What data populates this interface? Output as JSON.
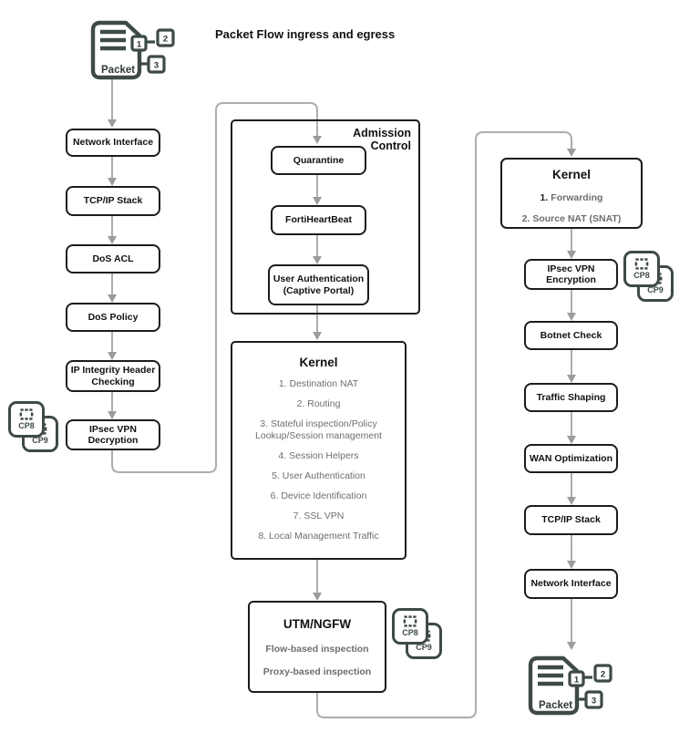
{
  "title": "Packet Flow ingress and egress",
  "colors": {
    "icon_dark": "#3e4a48",
    "box_border": "#1c1c1c",
    "connector_line": "#adadad",
    "arrowhead": "#9c9c9c",
    "muted_text": "#6e6e6e"
  },
  "packet_icon": {
    "label": "Packet",
    "tag1": "1",
    "tag2": "2",
    "tag3": "3"
  },
  "left_column": [
    "Network Interface",
    "TCP/IP Stack",
    "DoS ACL",
    "DoS Policy",
    "IP Integrity Header Checking",
    "IPsec VPN Decryption"
  ],
  "admission_control": {
    "title": "Admission Control",
    "boxes": [
      "Quarantine",
      "FortiHeartBeat",
      "User Authentication (Captive Portal)"
    ]
  },
  "kernel_center": {
    "title": "Kernel",
    "items": [
      "1. Destination NAT",
      "2. Routing",
      "3. Stateful inspection/Policy Lookup/Session management",
      "4. Session Helpers",
      "5. User Authentication",
      "6. Device Identification",
      "7. SSL VPN",
      "8. Local Management Traffic"
    ]
  },
  "utm": {
    "title": "UTM/NGFW",
    "items": [
      "Flow-based inspection",
      "Proxy-based inspection"
    ]
  },
  "kernel_right": {
    "title": "Kernel",
    "item1_num": "1.",
    "item1_text": "Forwarding",
    "item2": "2. Source NAT (SNAT)"
  },
  "right_column": [
    "IPsec VPN Encryption",
    "Botnet Check",
    "Traffic Shaping",
    "WAN Optimization",
    "TCP/IP Stack",
    "Network Interface"
  ],
  "cp_badges": {
    "front": "CP8",
    "back": "CP9"
  }
}
